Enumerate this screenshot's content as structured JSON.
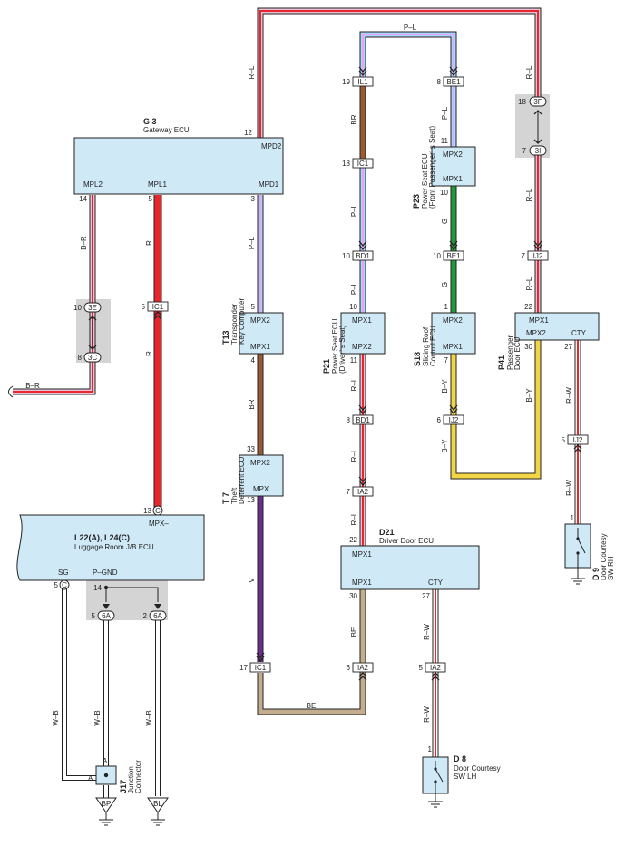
{
  "components": {
    "g3": {
      "code": "G 3",
      "name": "Gateway ECU",
      "pin_mpd2": "MPD2",
      "pin_mpl2": "MPL2",
      "pin_mpl1": "MPL1",
      "pin_mpd1": "MPD1"
    },
    "t13": {
      "code": "T13",
      "name1": "Transponder",
      "name2": "Key Computer",
      "pin1": "MPX2",
      "pin2": "MPX1"
    },
    "t7": {
      "code": "T 7",
      "name1": "Theft",
      "name2": "Deterrent ECU",
      "pin1": "MPX2",
      "pin2": "MPX"
    },
    "p21": {
      "code": "P21",
      "name1": "Power Seat ECU",
      "name2": "(Driver’ s Seat)",
      "pin1": "MPX1",
      "pin2": "MPX2"
    },
    "p23": {
      "code": "P23",
      "name1": "Power Seat ECU",
      "name2": "(Front Passenger’ s Seat)",
      "pin1": "MPX2",
      "pin2": "MPX1"
    },
    "s18": {
      "code": "S18",
      "name1": "Sliding Roof",
      "name2": "Control ECU",
      "pin1": "MPX2",
      "pin2": "MPX1"
    },
    "p41": {
      "code": "P41",
      "name1": "Passenger",
      "name2": "Door ECU",
      "pin1": "MPX1",
      "pin2": "MPX2",
      "pin3": "CTY"
    },
    "d21": {
      "code": "D21",
      "name": "Driver Door ECU",
      "pin1": "MPX1",
      "pin2": "MPX1",
      "pin3": "CTY"
    },
    "l22": {
      "code": "L22(A), L24(C)",
      "name": "Luggage Room J/B ECU",
      "pin_mpx": "MPX–",
      "pin_sg": "SG",
      "pin_pgnd": "P–GND"
    },
    "j17": {
      "code": "J17",
      "name1": "Junction",
      "name2": "Connector",
      "pin_a1": "A",
      "pin_a2": "A"
    },
    "d8": {
      "code": "D 8",
      "name1": "Door Courtesy",
      "name2": "SW LH"
    },
    "d9": {
      "code": "D 9",
      "name1": "Door Courtesy",
      "name2": "SW RH"
    }
  },
  "connectors": {
    "il1": "IL1",
    "ic1": "IC1",
    "bd1": "BD1",
    "be1": "BE1",
    "ij2": "IJ2",
    "ia2": "IA2",
    "c3e": "3E",
    "c3c": "3C",
    "c3f": "3F",
    "c3i": "3I",
    "c6a": "6A",
    "cc": "C",
    "bp": "BP",
    "bl": "BL"
  },
  "wire_labels": {
    "rl": "R–L",
    "pl": "P–L",
    "br": "BR",
    "r": "R",
    "br2": "B–R",
    "v": "V",
    "g": "G",
    "by": "B–Y",
    "rw": "R–W",
    "be": "BE",
    "wb": "W–B"
  },
  "pins": {
    "p12": "12",
    "p14": "14",
    "p5": "5",
    "p3": "3",
    "p4": "4",
    "p33": "33",
    "p13": "13",
    "p19": "19",
    "p18": "18",
    "p10": "10",
    "p11": "11",
    "p8": "8",
    "p7": "7",
    "p22": "22",
    "p30": "30",
    "p27": "27",
    "p17": "17",
    "p6": "6",
    "p1": "1",
    "p2": "2"
  },
  "colors": {
    "red": "#e8262b",
    "pink": "#e8c3d8",
    "purple": "#a8d4ff",
    "violet": "#6b2d8e",
    "brown": "#9a5a34",
    "green": "#1f9a3a",
    "yellow": "#f2d545",
    "beige": "#c4ad8f",
    "white": "#ffffff",
    "box": "#cfe9f7",
    "gray": "#d4d4d4"
  }
}
